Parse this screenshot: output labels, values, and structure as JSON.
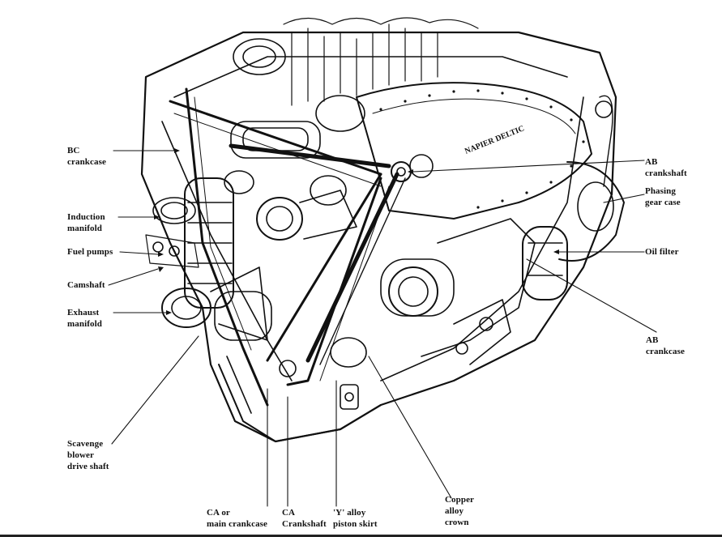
{
  "diagram": {
    "subject": "Napier Deltic engine cutaway",
    "engraving": "NAPIER DELTIC",
    "colors": {
      "ink": "#111111",
      "paper": "#ffffff"
    }
  },
  "labels": {
    "bc_crankcase": {
      "line1": "BC",
      "line2": "crankcase"
    },
    "induction_manifold": {
      "line1": "Induction",
      "line2": "manifold"
    },
    "fuel_pumps": {
      "line1": "Fuel pumps"
    },
    "camshaft": {
      "line1": "Camshaft"
    },
    "exhaust_manifold": {
      "line1": "Exhaust",
      "line2": "manifold"
    },
    "scavenge_blower": {
      "line1": "Scavenge",
      "line2": "blower",
      "line3": "drive shaft"
    },
    "ca_main_crankcase": {
      "line1": "CA or",
      "line2": "main crankcase"
    },
    "ca_crankshaft": {
      "line1": "CA",
      "line2": "Crankshaft"
    },
    "y_alloy_piston": {
      "line1": "'Y' alloy",
      "line2": "piston skirt"
    },
    "copper_alloy_crown": {
      "line1": "Copper",
      "line2": "alloy",
      "line3": "crown"
    },
    "ab_crankshaft": {
      "line1": "AB",
      "line2": "crankshaft"
    },
    "phasing_gear_case": {
      "line1": "Phasing",
      "line2": "gear case"
    },
    "oil_filter": {
      "line1": "Oil filter"
    },
    "ab_crankcase": {
      "line1": "AB",
      "line2": "crankcase"
    }
  }
}
